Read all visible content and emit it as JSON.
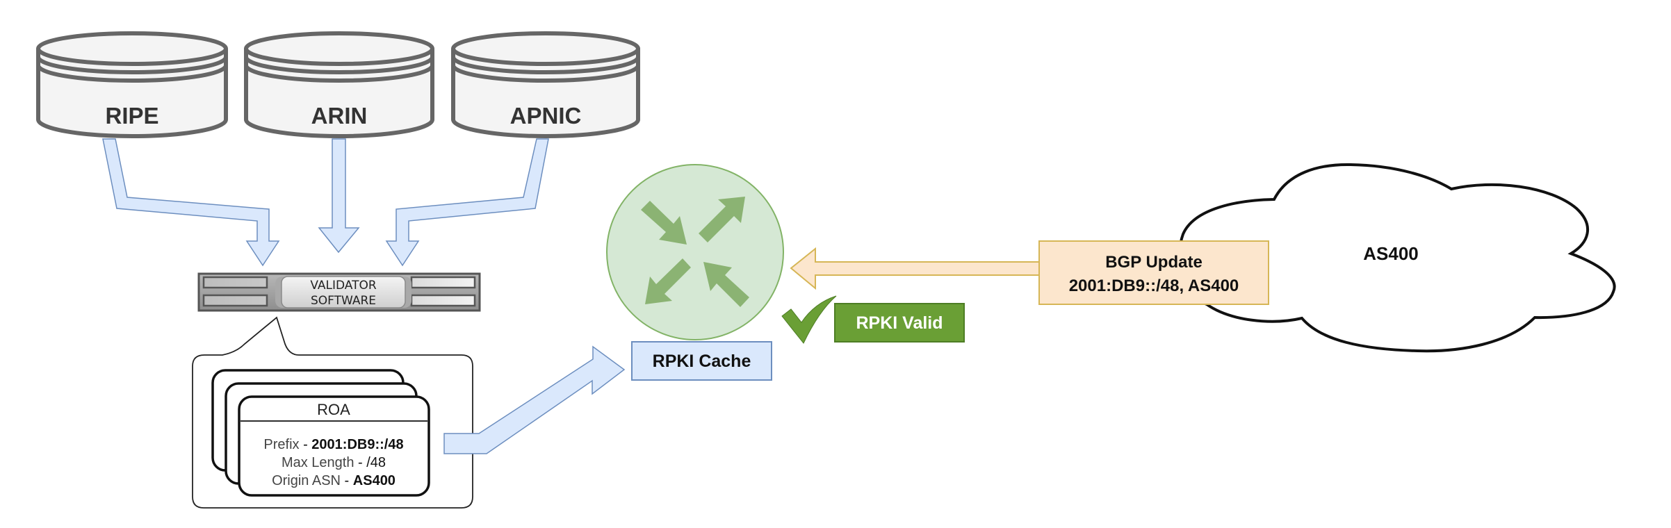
{
  "diagram": {
    "title": "RPKI Route Origin Validation",
    "registries": [
      {
        "id": "ripe",
        "label": "RIPE"
      },
      {
        "id": "arin",
        "label": "ARIN"
      },
      {
        "id": "apnic",
        "label": "APNIC"
      }
    ],
    "validator": {
      "line1": "VALIDATOR",
      "line2": "SOFTWARE"
    },
    "roa": {
      "title": "ROA",
      "fields": [
        {
          "key": "Prefix",
          "sep": " - ",
          "value": "2001:DB9::/48",
          "value_bold": true
        },
        {
          "key": "Max Length",
          "sep": " - ",
          "value": "/48",
          "value_bold": false
        },
        {
          "key": "Origin ASN",
          "sep": " - ",
          "value": "AS400",
          "value_bold": true
        }
      ]
    },
    "router": {
      "icon": "router-icon",
      "cache_label": "RPKI Cache"
    },
    "validation": {
      "icon": "checkmark-icon",
      "label": "RPKI Valid"
    },
    "bgp_update": {
      "line1": "BGP Update",
      "line2": "2001:DB9::/48, AS400"
    },
    "cloud": {
      "label": "AS400"
    },
    "colors": {
      "arrow_blue_fill": "#dae8fc",
      "arrow_blue_stroke": "#6c8ebf",
      "router_fill": "#d5e8d4",
      "router_stroke": "#82b366",
      "router_arrows": "#8bb373",
      "valid_fill": "#6a9f35",
      "valid_stroke": "#4d7d24",
      "bgp_fill": "#fce6cd",
      "bgp_stroke": "#d6b656",
      "db_stroke": "#666666",
      "db_fill": "#f4f4f4"
    }
  }
}
